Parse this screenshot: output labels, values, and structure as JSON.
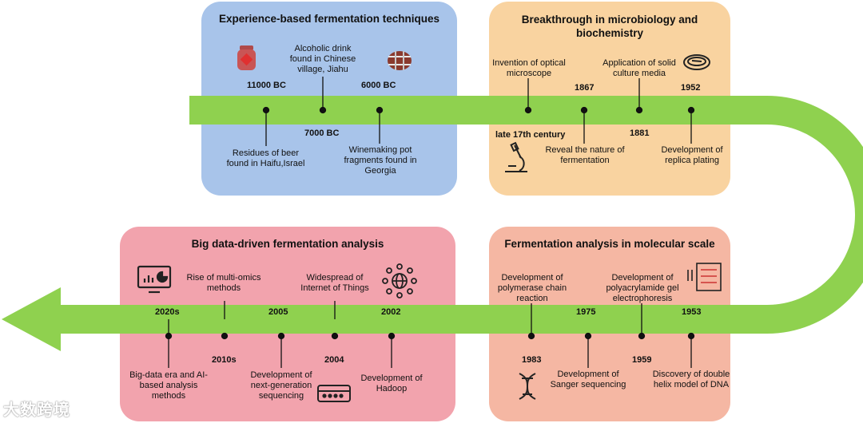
{
  "panels": {
    "experience": {
      "title": "Experience-based fermentation techniques"
    },
    "microbiology": {
      "title_line1": "Breakthrough in microbiology  and",
      "title_line2": "biochemistry"
    },
    "bigdata": {
      "title": "Big data-driven fermentation analysis"
    },
    "molecular": {
      "title": "Fermentation analysis  in molecular scale"
    }
  },
  "events": {
    "e11000": {
      "year": "11000 BC",
      "line1": "Residues of beer",
      "line2": "found in Haifu,Israel"
    },
    "e7000": {
      "year": "7000 BC",
      "line1": "Alcoholic drink",
      "line2": "found in Chinese",
      "line3": "village, Jiahu"
    },
    "e6000": {
      "year": "6000 BC",
      "line1": "Winemaking pot",
      "line2": "fragments found in",
      "line3": "Georgia"
    },
    "e17c": {
      "year": "late 17th century",
      "line1": "Invention of optical",
      "line2": "microscope"
    },
    "e1867": {
      "year": "1867",
      "line1": "Reveal the nature of",
      "line2": "fermentation"
    },
    "e1881": {
      "year": "1881",
      "line1": "Application of solid",
      "line2": "culture media"
    },
    "e1952": {
      "year": "1952",
      "line1": "Development of",
      "line2": "replica plating"
    },
    "e2020s": {
      "year": "2020s",
      "line1": "Big-data era and AI-",
      "line2": "based analysis",
      "line3": "methods"
    },
    "e2010s": {
      "year": "2010s",
      "line1": "Rise of multi-omics",
      "line2": "methods"
    },
    "e2005": {
      "year": "2005",
      "line1": "Development of",
      "line2": "next-generation",
      "line3": "sequencing"
    },
    "e2004": {
      "year": "2004",
      "line1": "Development of",
      "line2": "Hadoop"
    },
    "e2002": {
      "year": "2002",
      "line1": "Widespread of",
      "line2": "Internet of Things"
    },
    "e1983": {
      "year": "1983",
      "line1": "Development of",
      "line2": "polymerase chain",
      "line3": "reaction"
    },
    "e1975": {
      "year": "1975",
      "line1": "Development of",
      "line2": "Sanger sequencing"
    },
    "e1959": {
      "year": "1959",
      "line1": "Development of",
      "line2": "polyacrylamide gel",
      "line3": "electrophoresis"
    },
    "e1953": {
      "year": "1953",
      "line1": "Discovery of double",
      "line2": "helix model of DNA"
    }
  },
  "watermark": "大数跨境",
  "colors": {
    "arrow": "#8fd14f",
    "panel_blue": "#a8c4ea",
    "panel_orange": "#f9d3a0",
    "panel_pink": "#f2a3ad",
    "panel_salmon": "#f5b7a3"
  }
}
